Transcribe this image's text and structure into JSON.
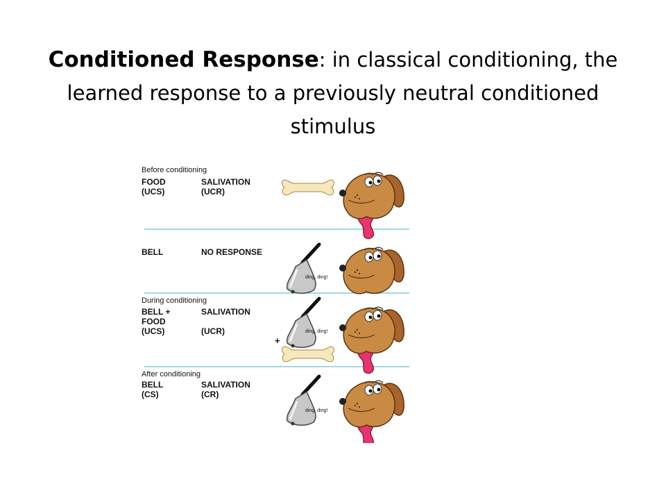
{
  "title": {
    "term": "Conditioned Response",
    "definition": ": in classical conditioning, the learned response to a previously neutral conditioned stimulus"
  },
  "diagram": {
    "phases": [
      {
        "label": "Before conditioning",
        "stimulus": "FOOD\n(UCS)",
        "response": "SALIVATION\n(UCR)"
      },
      {
        "label": "",
        "stimulus": "BELL",
        "response": "NO RESPONSE"
      },
      {
        "label": "During conditioning",
        "stimulus": "BELL +\nFOOD\n(UCS)",
        "response": "SALIVATION\n\n(UCR)"
      },
      {
        "label": "After conditioning",
        "stimulus": "BELL\n(CS)",
        "response": "SALIVATION\n(CR)"
      }
    ],
    "bell_sound": "ding, ding!",
    "plus_sign": "+",
    "colors": {
      "divider": "#7ecfd8",
      "bone": "#f6e7bd",
      "dog": "#c98a44",
      "tongue": "#e8336f",
      "bell": "#c8c8c8"
    }
  }
}
